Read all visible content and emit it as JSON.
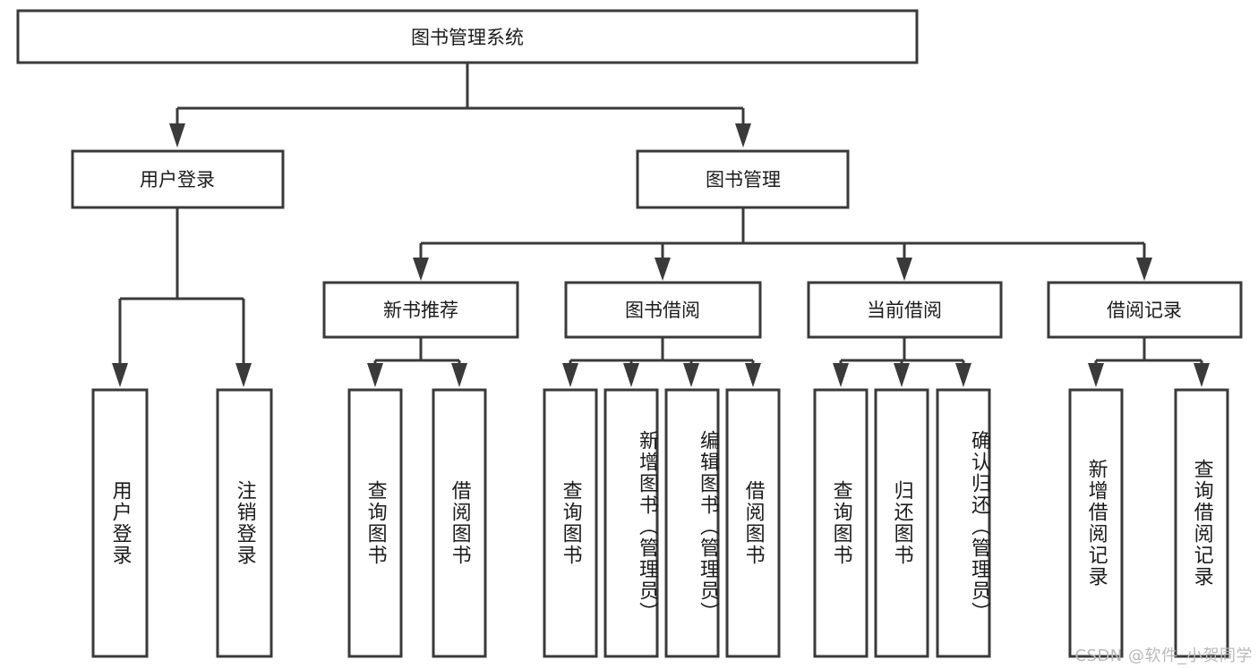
{
  "diagram": {
    "type": "tree",
    "title": "图书管理系统",
    "root": {
      "id": "root",
      "label": "图书管理系统",
      "level": 1
    },
    "level2": [
      {
        "id": "user-login",
        "label": "用户登录"
      },
      {
        "id": "book-manage",
        "label": "图书管理"
      }
    ],
    "level3": [
      {
        "id": "new-book-recommend",
        "label": "新书推荐",
        "parent": "book-manage"
      },
      {
        "id": "book-borrow",
        "label": "图书借阅",
        "parent": "book-manage"
      },
      {
        "id": "current-borrow",
        "label": "当前借阅",
        "parent": "book-manage"
      },
      {
        "id": "borrow-record",
        "label": "借阅记录",
        "parent": "book-manage"
      }
    ],
    "leaves": [
      {
        "id": "leaf-user-login",
        "label": "用户登录",
        "parent": "user-login"
      },
      {
        "id": "leaf-user-logout",
        "label": "注销登录",
        "parent": "user-login"
      },
      {
        "id": "leaf-query-book-1",
        "label": "查询图书",
        "parent": "new-book-recommend"
      },
      {
        "id": "leaf-borrow-book-1",
        "label": "借阅图书",
        "parent": "new-book-recommend"
      },
      {
        "id": "leaf-query-book-2",
        "label": "查询图书",
        "parent": "book-borrow"
      },
      {
        "id": "leaf-add-book",
        "label": "新增图书（管理员）",
        "parent": "book-borrow"
      },
      {
        "id": "leaf-edit-book",
        "label": "编辑图书（管理员）",
        "parent": "book-borrow"
      },
      {
        "id": "leaf-borrow-book-2",
        "label": "借阅图书",
        "parent": "book-borrow"
      },
      {
        "id": "leaf-query-book-3",
        "label": "查询图书",
        "parent": "current-borrow"
      },
      {
        "id": "leaf-return-book",
        "label": "归还图书",
        "parent": "current-borrow"
      },
      {
        "id": "leaf-confirm-return",
        "label": "确认归还（管理员）",
        "parent": "current-borrow"
      },
      {
        "id": "leaf-add-record",
        "label": "新增借阅记录",
        "parent": "borrow-record"
      },
      {
        "id": "leaf-query-record",
        "label": "查询借阅记录",
        "parent": "borrow-record"
      }
    ],
    "colors": {
      "stroke": "#3a3a3a",
      "fill": "#ffffff",
      "text": "#1b1b1b",
      "background": "#ffffff",
      "watermark": "#b9b9b9"
    }
  },
  "watermark": {
    "text": "CSDN @软件_小贺同学"
  }
}
